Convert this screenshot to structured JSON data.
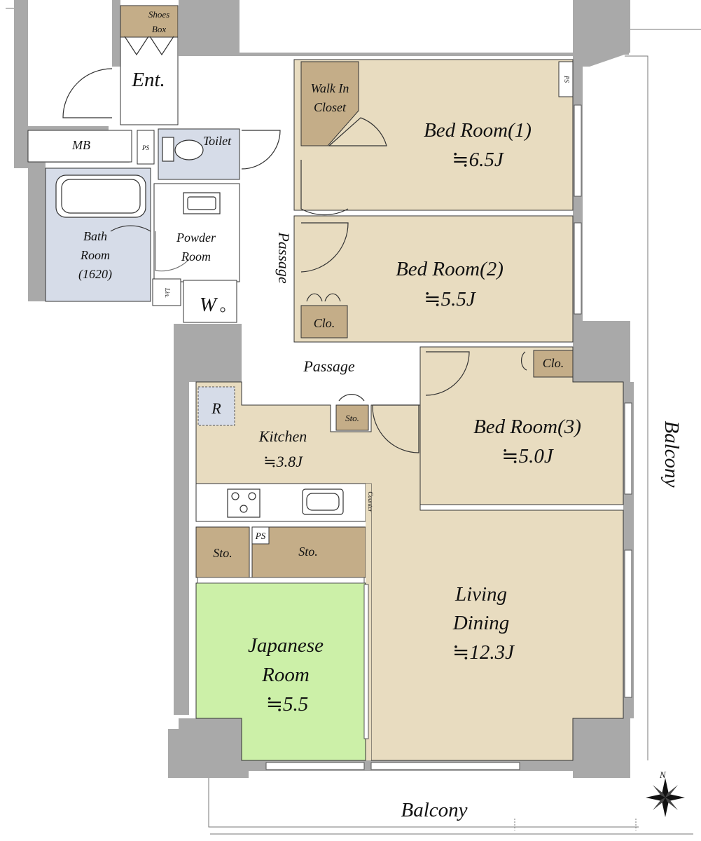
{
  "colors": {
    "room_beige": "#e8dcc0",
    "storage_tan": "#c4ad88",
    "wet_area_blue": "#d6dce8",
    "japanese_green": "#ccf0a8",
    "wall_gray": "#a9a9a9",
    "outline": "#333333"
  },
  "labels": {
    "shoes_box_1": "Shoes",
    "shoes_box_2": "Box",
    "entrance": "Ent.",
    "mb": "MB",
    "ps": "PS",
    "toilet": "Toilet",
    "bath_1": "Bath",
    "bath_2": "Room",
    "bath_3": "(1620)",
    "powder_1": "Powder",
    "powder_2": "Room",
    "linen": "Lin.",
    "washer": "W",
    "walk_in_1": "Walk In",
    "walk_in_2": "Closet",
    "bed1_name": "Bed Room(1)",
    "bed1_size": "≒6.5J",
    "bed2_name": "Bed Room(2)",
    "bed2_size": "≒5.5J",
    "bed3_name": "Bed Room(3)",
    "bed3_size": "≒5.0J",
    "closet": "Clo.",
    "passage": "Passage",
    "storage": "Sto.",
    "refrigerator": "R",
    "kitchen_name": "Kitchen",
    "kitchen_size": "≒3.8J",
    "counter": "Counter",
    "living_1": "Living",
    "living_2": "Dining",
    "living_size": "≒12.3J",
    "japanese_1": "Japanese",
    "japanese_2": "Room",
    "japanese_size": "≒5.5",
    "balcony": "Balcony",
    "north": "N"
  }
}
